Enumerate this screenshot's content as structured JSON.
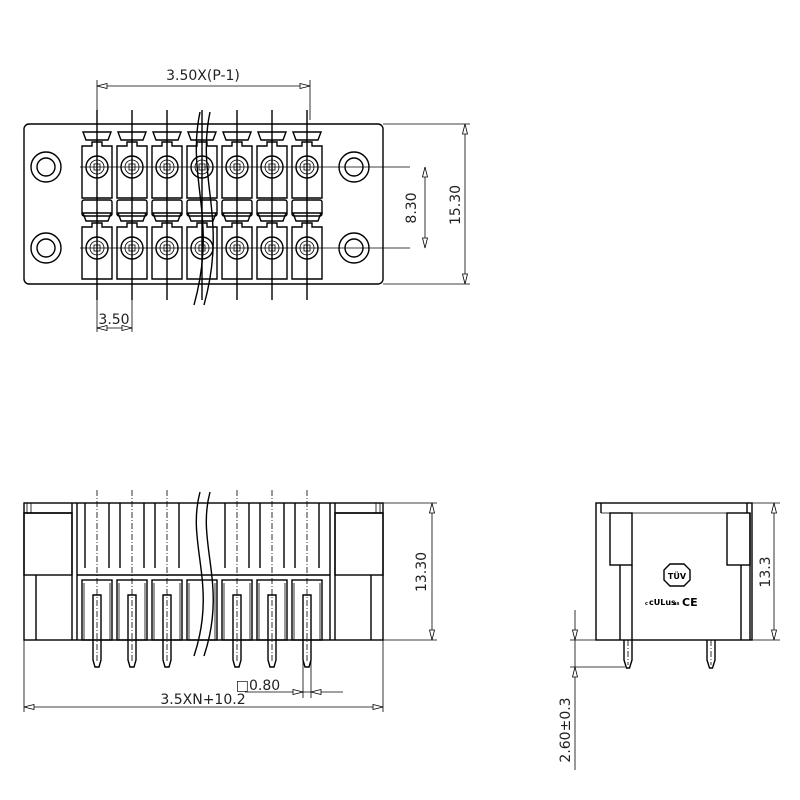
{
  "drawing": {
    "top_view": {
      "pitch_span_label": "3.50X(P-1)",
      "overall_height_label": "15.30",
      "row_spacing_label": "8.30",
      "pitch_label": "3.50"
    },
    "front_view": {
      "height_label": "13.30",
      "overall_length_label": "3.5XN+10.2",
      "pin_size_label": "□0.80"
    },
    "side_view": {
      "height_label": "13.3",
      "pin_length_label": "2.60±0.3",
      "cert_marks": [
        "TÜV",
        "cULus",
        "CE"
      ],
      "tuv_text": "TÜV",
      "ul_text": "c",
      "us_text": "us",
      "ce_text": "CE"
    },
    "line_color": "#000000"
  }
}
